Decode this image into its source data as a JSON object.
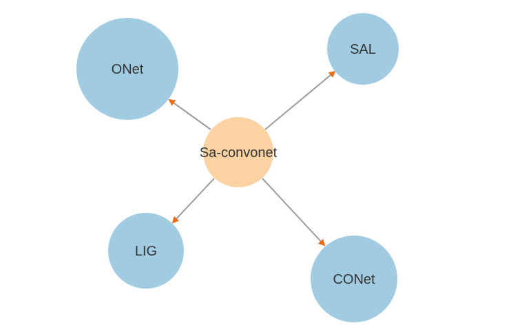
{
  "diagram": {
    "type": "directed-graph",
    "colors": {
      "center_node_fill": "#FBD3A3",
      "leaf_node_fill": "#A0CBE1",
      "edge_color": "#9A9A9A",
      "arrowhead_color": "#E8701A",
      "label_color": "#333333"
    },
    "center": {
      "label": "Sa-convonet"
    },
    "nodes": [
      {
        "label": "ONet"
      },
      {
        "label": "SAL"
      },
      {
        "label": "LIG"
      },
      {
        "label": "CONet"
      }
    ],
    "edges": [
      {
        "from": "Sa-convonet",
        "to": "ONet"
      },
      {
        "from": "Sa-convonet",
        "to": "SAL"
      },
      {
        "from": "Sa-convonet",
        "to": "LIG"
      },
      {
        "from": "Sa-convonet",
        "to": "CONet"
      }
    ]
  }
}
